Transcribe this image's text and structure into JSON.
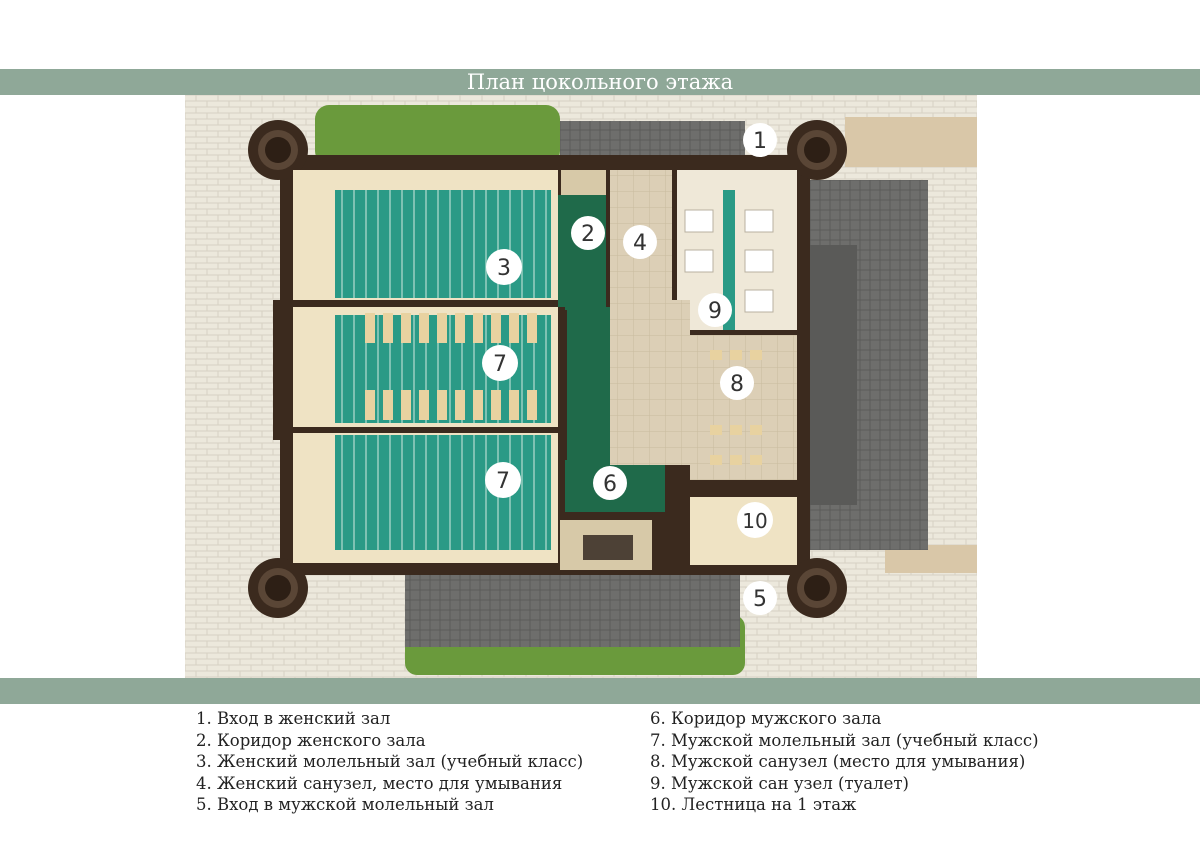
{
  "title": "План цокольного этажа",
  "room_markers": [
    "1",
    "2",
    "3",
    "4",
    "5",
    "6",
    "7",
    "7",
    "8",
    "9",
    "10"
  ],
  "legend": {
    "left": [
      "1. Вход в женский зал",
      "2. Коридор женского зала",
      "3. Женский молельный зал (учебный класс)",
      "4. Женский санузел, место для умывания",
      "5. Вход в мужской молельный зал"
    ],
    "right": [
      "6. Коридор мужского зала",
      "7. Мужской молельный зал (учебный класс)",
      "8. Мужской санузел (место для умывания)",
      "9. Мужской сан узел (туалет)",
      "10. Лестница на 1 этаж"
    ]
  },
  "colors": {
    "band": "#8fa898",
    "prayer_carpet": "#2a9a86",
    "corridor": "#1f6a4a",
    "walls": "#3b2a1e",
    "lawn": "#6a9a3c",
    "paving": "#ece8dc"
  }
}
